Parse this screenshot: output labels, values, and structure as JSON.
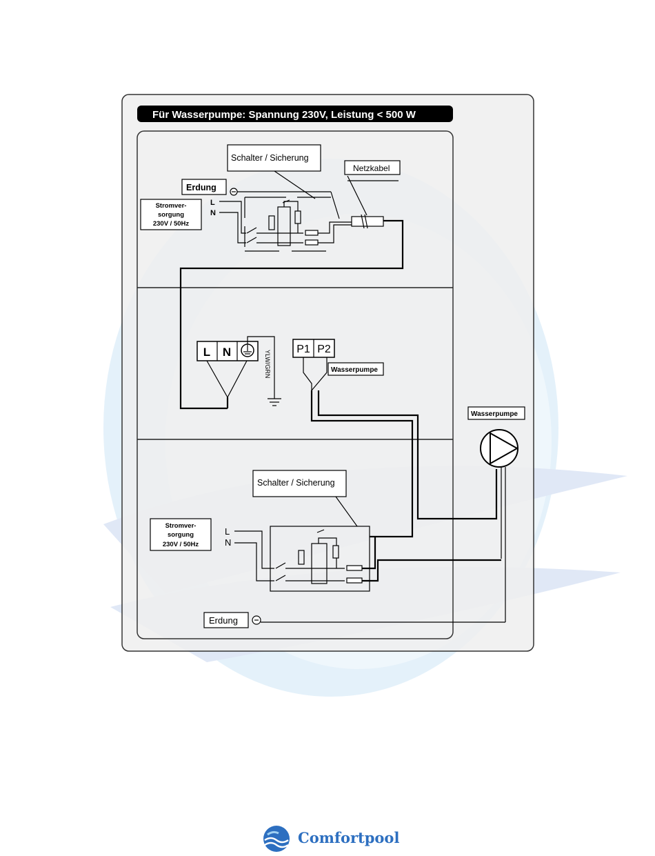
{
  "header": {
    "title": "Für Wasserpumpe: Spannung 230V, Leistung < 500 W"
  },
  "top_section": {
    "switch_label": "Schalter / Sicherung",
    "cable_label": "Netzkabel",
    "ground_label": "Erdung",
    "supply_lines": [
      "Stromver-",
      "sorgung",
      "230V / 50Hz"
    ],
    "line_l": "L",
    "line_n": "N"
  },
  "middle_section": {
    "terminal_l": "L",
    "terminal_n": "N",
    "wire_color": "YLW/GRN",
    "terminal_p1": "P1",
    "terminal_p2": "P2",
    "pump_label": "Wasserpumpe"
  },
  "bottom_section": {
    "switch_label": "Schalter / Sicherung",
    "ground_label": "Erdung",
    "supply_lines": [
      "Stromver-",
      "sorgung",
      "230V / 50Hz"
    ],
    "line_l": "L",
    "line_n": "N"
  },
  "pump": {
    "label": "Wasserpumpe"
  },
  "brand": {
    "name": "Comfortpool"
  },
  "colors": {
    "panel": "#efefef",
    "watermark": "#cfe6f7",
    "brand": "#2d6fc0"
  }
}
